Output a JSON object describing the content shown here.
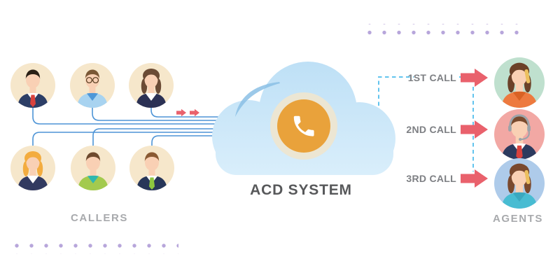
{
  "diagram": {
    "title": "ACD SYSTEM",
    "callers": {
      "label": "CALLERS",
      "count": 6
    },
    "agents": {
      "label": "AGENTS",
      "count": 3
    },
    "call_routes": [
      {
        "label": "1ST CALL"
      },
      {
        "label": "2ND CALL"
      },
      {
        "label": "3RD CALL"
      }
    ]
  },
  "icons": {
    "cloud": "acd-cloud",
    "phone": "phone-handset-icon",
    "route_arrow": "red-right-block-arrow",
    "incoming_arrows": "small-red-right-arrows",
    "decor": "purple-dot-grid"
  },
  "colors": {
    "cloud_blue": "#C9E6F8",
    "cloud_swoosh": "#8BBFE5",
    "phone_badge_orange": "#E9A23B",
    "phone_badge_ring": "#ECE6D3",
    "arrow_red": "#E9616C",
    "line_blue": "#4D94D6",
    "dashed_blue": "#62C4EE",
    "dot_purple": "#B7A6DB",
    "caller_circle_bg": "#F6E7CB",
    "agent_circle_bgs": [
      "#BFE0CE",
      "#F2A8A4",
      "#AECBEA"
    ],
    "group_label_gray": "#A8AAAD",
    "title_gray": "#57585A",
    "route_label_gray": "#7D7F83"
  }
}
